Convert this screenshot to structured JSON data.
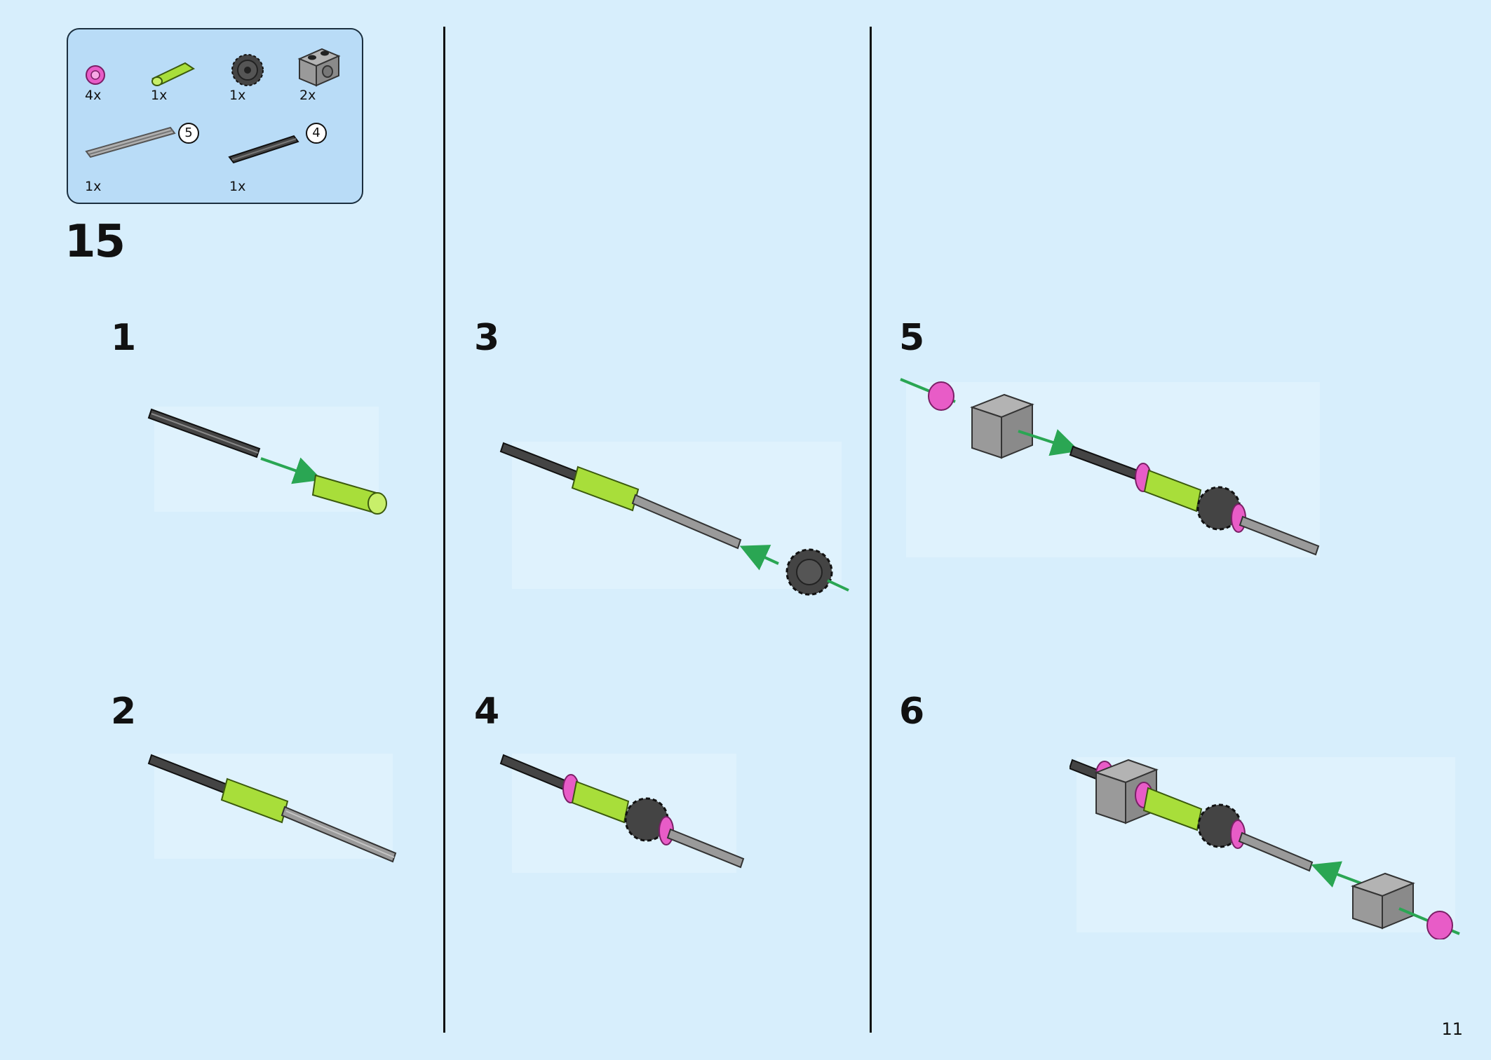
{
  "main_step": "15",
  "page_number": "11",
  "parts": [
    {
      "name": "pink-bush",
      "qty": "4x"
    },
    {
      "name": "lime-axle-connector",
      "qty": "1x"
    },
    {
      "name": "dark-gear",
      "qty": "1x"
    },
    {
      "name": "gray-technic-brick",
      "qty": "2x"
    },
    {
      "name": "gray-axle",
      "qty": "1x",
      "length": "5"
    },
    {
      "name": "black-axle",
      "qty": "1x",
      "length": "4"
    }
  ],
  "substeps": [
    "1",
    "2",
    "3",
    "4",
    "5",
    "6"
  ],
  "colors": {
    "background": "#d7eefc",
    "panel": "#b9dcf7",
    "lime": "#a8de3a",
    "pink": "#e85cc7",
    "gray": "#8c8c8c",
    "black": "#333333",
    "arrow": "#2aa653"
  }
}
